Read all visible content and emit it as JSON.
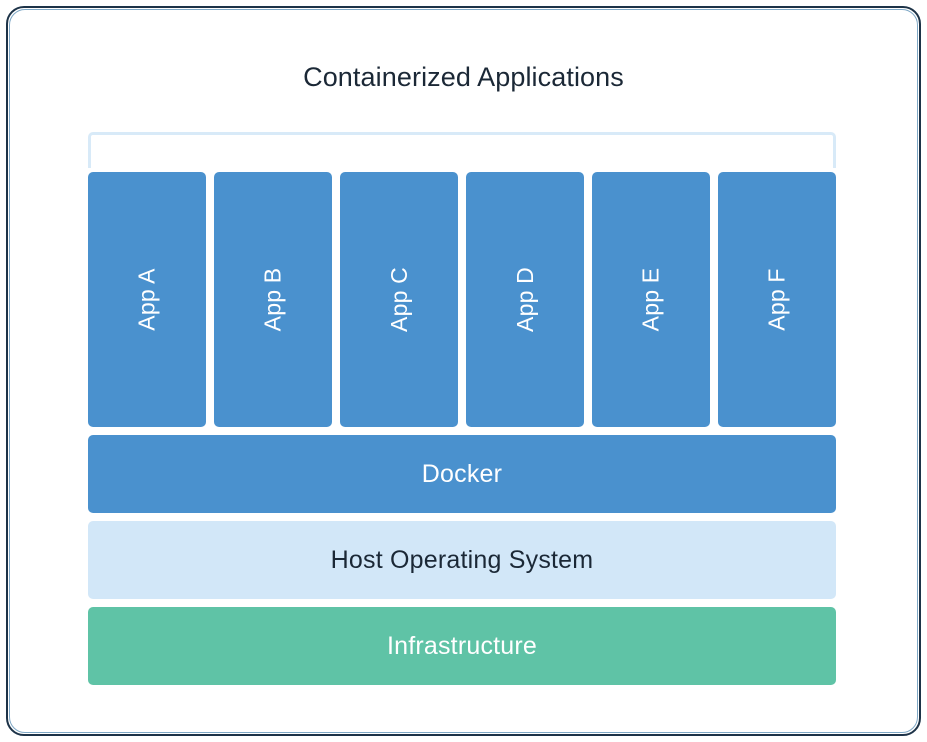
{
  "diagram": {
    "title": "Containerized Applications",
    "bracket": {
      "name": "containerized-applications-bracket",
      "color": "#d8eaf8"
    },
    "apps": [
      {
        "label": "App A"
      },
      {
        "label": "App B"
      },
      {
        "label": "App C"
      },
      {
        "label": "App D"
      },
      {
        "label": "App E"
      },
      {
        "label": "App F"
      }
    ],
    "layers": [
      {
        "label": "Docker",
        "color": "#4a91ce",
        "text_color": "#ffffff"
      },
      {
        "label": "Host Operating System",
        "color": "#d2e7f8",
        "text_color": "#1b2836"
      },
      {
        "label": "Infrastructure",
        "color": "#5fc3a6",
        "text_color": "#ffffff"
      }
    ],
    "colors": {
      "app_box": "#4a91ce",
      "app_label": "#ffffff",
      "title": "#1b2836",
      "frame_border": "#1d3348",
      "background": "#ffffff"
    }
  }
}
